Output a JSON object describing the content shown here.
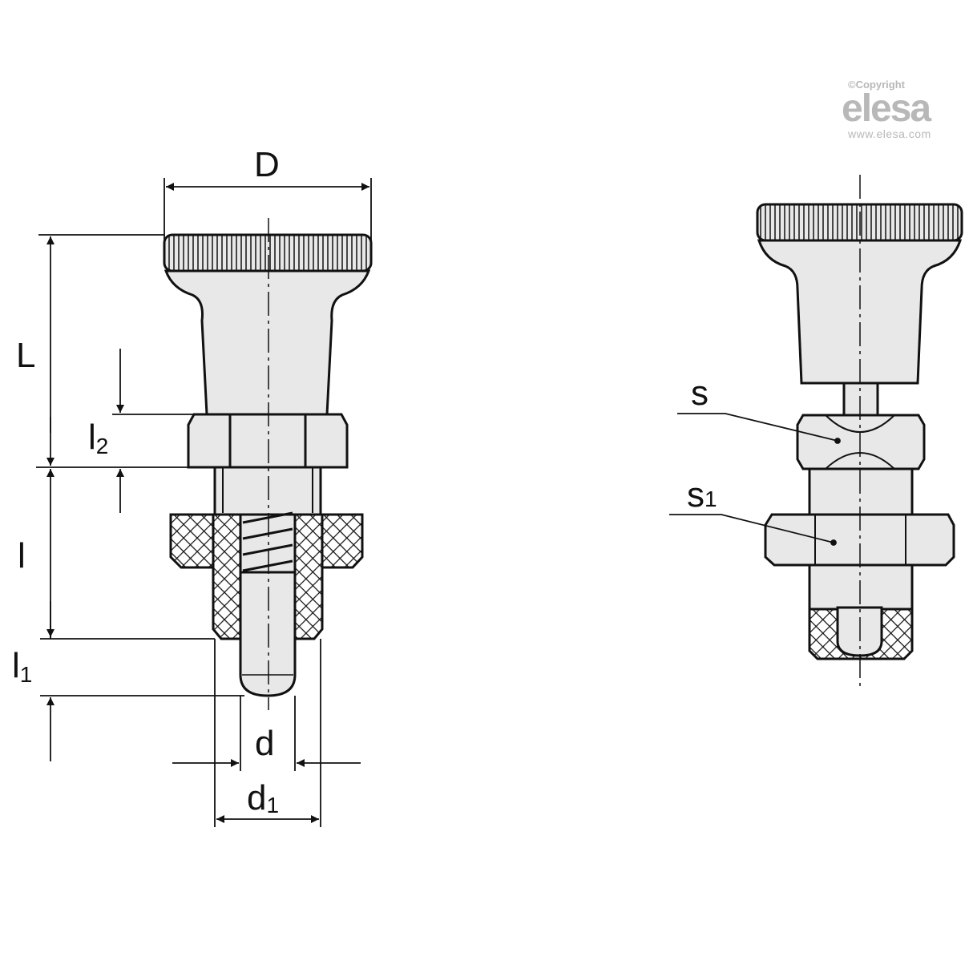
{
  "logo": {
    "copyright": "©Copyright",
    "brand": "elesa",
    "url": "www.elesa.com"
  },
  "labels": {
    "D": "D",
    "L": "L",
    "l2": "l",
    "l2_sub": "2",
    "l": "l",
    "l1": "l",
    "l1_sub": "1",
    "d": "d",
    "d1": "d",
    "d1_sub": "1",
    "s": "s",
    "s1": "s",
    "s1_sub": "1"
  },
  "colors": {
    "fill": "#e8e8e8",
    "stroke": "#111111",
    "logo": "#b8b8b8"
  }
}
